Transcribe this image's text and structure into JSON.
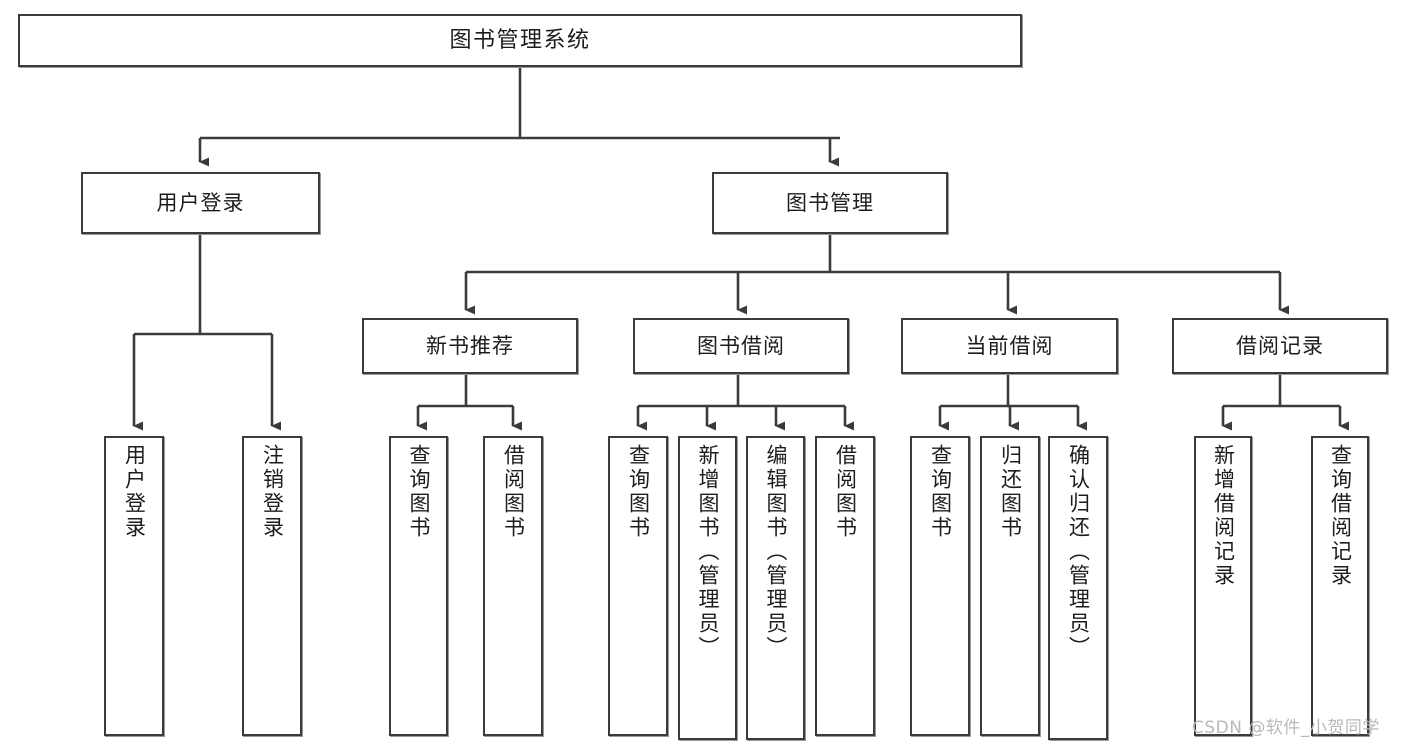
{
  "diagram": {
    "title": "图书管理系统",
    "type": "tree-hierarchy",
    "watermark": "CSDN @软件_小贺同学",
    "colors": {
      "background": "#ffffff",
      "node_border": "#3b3b3b",
      "node_fill": "#ffffff",
      "edge": "#3b3b3b",
      "text": "#1d1d1d",
      "watermark": "#b9b9b9"
    },
    "levels": {
      "root": "图书管理系统",
      "level2": [
        "用户登录",
        "图书管理"
      ],
      "level3": [
        "新书推荐",
        "图书借阅",
        "当前借阅",
        "借阅记录"
      ]
    },
    "nodes": {
      "root": {
        "label": "图书管理系统"
      },
      "user_login": {
        "label": "用户登录"
      },
      "book_manage": {
        "label": "图书管理"
      },
      "new_book_rec": {
        "label": "新书推荐"
      },
      "book_borrow": {
        "label": "图书借阅"
      },
      "current_borrow": {
        "label": "当前借阅"
      },
      "borrow_record": {
        "label": "借阅记录"
      },
      "leaf_user_login": {
        "label": "用户登录"
      },
      "leaf_logout": {
        "label": "注销登录"
      },
      "leaf_query_book_a": {
        "label": "查询图书"
      },
      "leaf_borrow_book_a": {
        "label": "借阅图书"
      },
      "leaf_query_book_b": {
        "label": "查询图书"
      },
      "leaf_add_book": {
        "label": "新增图书（管理员）"
      },
      "leaf_edit_book": {
        "label": "编辑图书（管理员）"
      },
      "leaf_borrow_book_b": {
        "label": "借阅图书"
      },
      "leaf_query_book_c": {
        "label": "查询图书"
      },
      "leaf_return_book": {
        "label": "归还图书"
      },
      "leaf_confirm_return": {
        "label": "确认归还（管理员）"
      },
      "leaf_add_record": {
        "label": "新增借阅记录"
      },
      "leaf_query_record": {
        "label": "查询借阅记录"
      }
    }
  }
}
